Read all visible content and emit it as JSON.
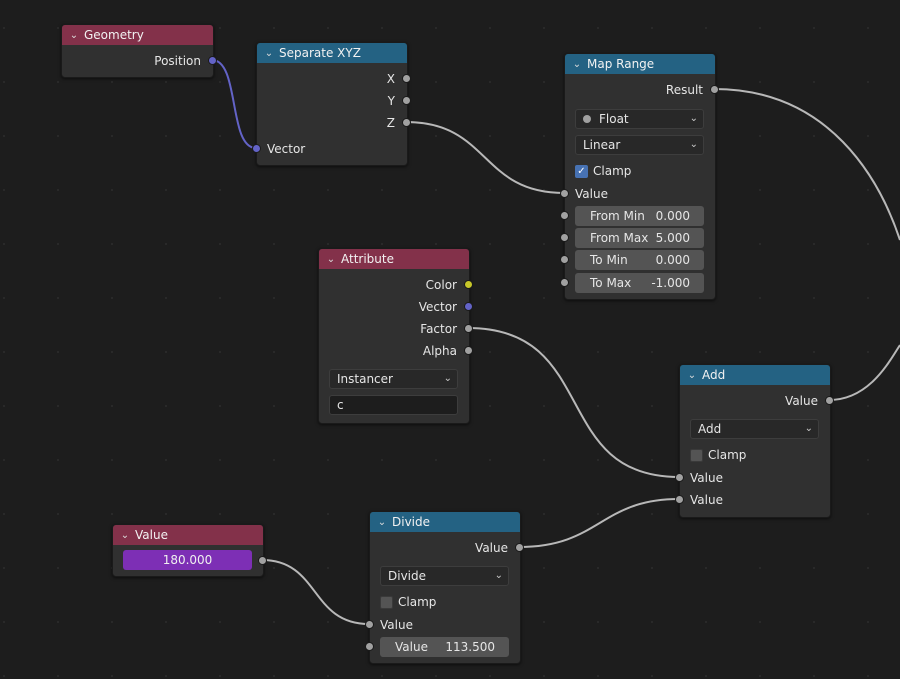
{
  "nodes": {
    "geometry": {
      "title": "Geometry",
      "outputs": [
        "Position"
      ]
    },
    "separate_xyz": {
      "title": "Separate XYZ",
      "outputs": [
        "X",
        "Y",
        "Z"
      ],
      "inputs": [
        "Vector"
      ]
    },
    "map_range": {
      "title": "Map Range",
      "outputs": [
        "Result"
      ],
      "data_type": "Float",
      "interpolation": "Linear",
      "clamp_label": "Clamp",
      "clamp_checked": true,
      "inputs": [
        "Value"
      ],
      "fields": [
        {
          "label": "From Min",
          "value": "0.000"
        },
        {
          "label": "From Max",
          "value": "5.000"
        },
        {
          "label": "To Min",
          "value": "0.000"
        },
        {
          "label": "To Max",
          "value": "-1.000"
        }
      ]
    },
    "attribute": {
      "title": "Attribute",
      "outputs": [
        "Color",
        "Vector",
        "Factor",
        "Alpha"
      ],
      "domain": "Instancer",
      "name": "c"
    },
    "add": {
      "title": "Add",
      "outputs": [
        "Value"
      ],
      "operation": "Add",
      "clamp_label": "Clamp",
      "clamp_checked": false,
      "inputs": [
        "Value",
        "Value"
      ]
    },
    "value": {
      "title": "Value",
      "value": "180.000"
    },
    "divide": {
      "title": "Divide",
      "outputs": [
        "Value"
      ],
      "operation": "Divide",
      "clamp_label": "Clamp",
      "clamp_checked": false,
      "inputs": [
        "Value"
      ],
      "field": {
        "label": "Value",
        "value": "113.500"
      }
    }
  },
  "colors": {
    "input_header": "#83314a",
    "converter_header": "#246283",
    "vector_socket": "#6363c7",
    "color_socket": "#c7c729",
    "float_socket": "#a1a1a1",
    "value_field": "#7d2fb5",
    "checkbox_on": "#4772b3"
  },
  "icons": {
    "collapse": "chevron-down-icon",
    "dropdown": "chevron-down-icon",
    "check": "checkmark-icon"
  }
}
